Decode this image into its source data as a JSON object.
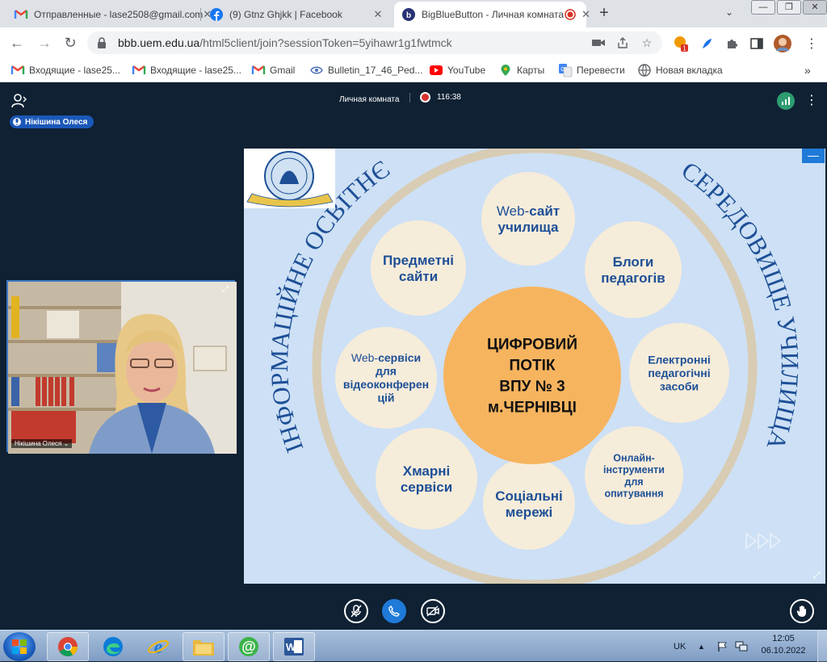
{
  "browser": {
    "tabs": [
      {
        "title": "Отправленные - lase2508@gmail.com",
        "icon": "gmail-icon",
        "active": false
      },
      {
        "title": "(9) Gtnz Ghjkk | Facebook",
        "icon": "facebook-icon",
        "active": false
      },
      {
        "title": "BigBlueButton - Личная комната",
        "icon": "bigbluebutton-icon",
        "active": true,
        "recording": true
      }
    ],
    "url_host": "bbb.uem.edu.ua",
    "url_path": "/html5client/join?sessionToken=5yihawr1g1fwtmck",
    "extension_badge": "1",
    "bookmarks": [
      {
        "label": "Входящие - lase25...",
        "icon": "gmail-icon"
      },
      {
        "label": "Входящие - lase25...",
        "icon": "gmail-icon"
      },
      {
        "label": "Gmail",
        "icon": "gmail-icon"
      },
      {
        "label": "Bulletin_17_46_Ped...",
        "icon": "eye-icon"
      },
      {
        "label": "YouTube",
        "icon": "youtube-icon"
      },
      {
        "label": "Карты",
        "icon": "maps-icon"
      },
      {
        "label": "Перевести",
        "icon": "translate-icon"
      },
      {
        "label": "Новая вкладка",
        "icon": "globe-icon"
      }
    ],
    "bookmarks_more": "»"
  },
  "meeting": {
    "title": "Личная комната",
    "recording_time": "116:38",
    "talker": "Нікішина Олеся",
    "webcam_name": "Нікішина Олеся"
  },
  "slide": {
    "arc_left": "ІНФОРМАЦІЙНЕ ОСВІТНЄ",
    "arc_right": "СЕРЕДОВИЩЕ УЧИЛИЩА",
    "center_lines": [
      "ЦИФРОВИЙ",
      "ПОТІК",
      "ВПУ № 3",
      "м.ЧЕРНІВЦІ"
    ],
    "circles": [
      {
        "id": "website",
        "lines": [
          [
            "Web-",
            "сайт"
          ],
          [
            "училища"
          ]
        ]
      },
      {
        "id": "blogs",
        "lines": [
          [
            "Блоги"
          ],
          [
            "педагогів"
          ]
        ]
      },
      {
        "id": "e-tools",
        "lines": [
          [
            "Електронні"
          ],
          [
            "педагогічні"
          ],
          [
            "засоби"
          ]
        ]
      },
      {
        "id": "online-survey",
        "lines": [
          [
            "Онлайн-"
          ],
          [
            "інструменти"
          ],
          [
            "для"
          ],
          [
            "опитування"
          ]
        ]
      },
      {
        "id": "social",
        "lines": [
          [
            "Соціальні"
          ],
          [
            "мережі"
          ]
        ]
      },
      {
        "id": "cloud",
        "lines": [
          [
            "Хмарні"
          ],
          [
            "сервіси"
          ]
        ]
      },
      {
        "id": "videoconf",
        "lines": [
          [
            "Web-",
            "сервіси"
          ],
          [
            "для"
          ],
          [
            "відеоконферен"
          ],
          [
            "цій"
          ]
        ]
      },
      {
        "id": "subject-sites",
        "lines": [
          [
            "Предметні"
          ],
          [
            "сайти"
          ]
        ]
      }
    ],
    "colors": {
      "background": "#cde0f5",
      "ring": "#d8ccb4",
      "bubble": "#f6ecda",
      "center": "#f7b45f",
      "text": "#1d4f96"
    }
  },
  "taskbar": {
    "language": "UK",
    "time": "12:05",
    "date": "06.10.2022",
    "apps": [
      "chrome-icon",
      "edge-icon",
      "internet-explorer-icon",
      "file-explorer-icon",
      "mail-at-icon",
      "word-icon"
    ]
  }
}
